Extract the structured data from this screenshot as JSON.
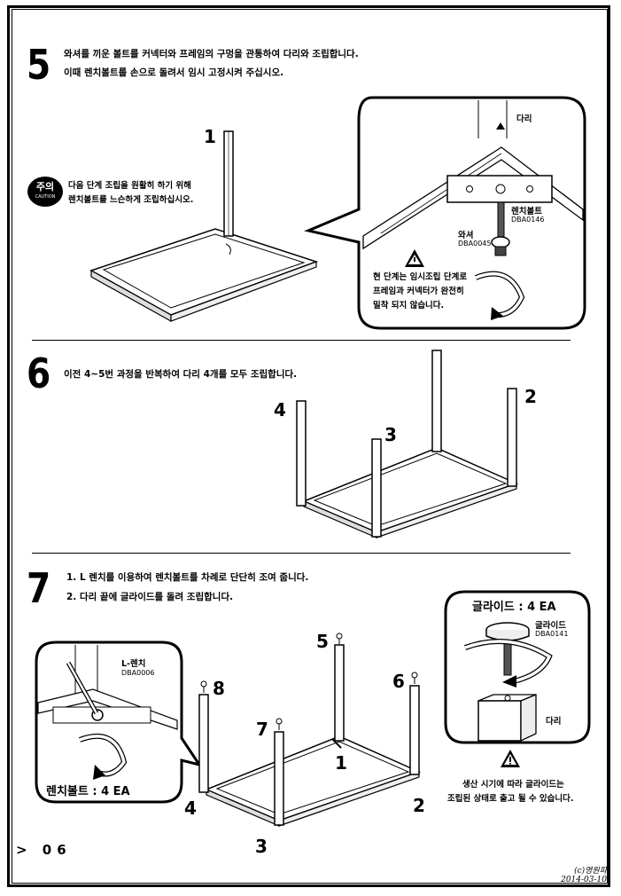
{
  "step5": {
    "number": "5",
    "line1": "와셔를 끼운 볼트를 커넥터와 프레임의 구멍을 관통하여 다리와 조립합니다.",
    "line2": "이때 렌치볼트를 손으로 돌려서 임시 고정시켜 주십시오.",
    "leg_number": "1",
    "caution_badge_main": "주의",
    "caution_badge_sub": "CAUTION",
    "caution_line1": "다음 단계 조립을 원활히 하기 위해",
    "caution_line2": "렌치볼트를 느슨하게 조립하십시오.",
    "detail": {
      "leg_label": "다리",
      "bolt_label": "렌치볼트",
      "bolt_code": "DBA0146",
      "washer_label": "와셔",
      "washer_code": "DBA0045",
      "note_line1": "현 단계는 임시조립 단계로",
      "note_line2": "프레임과 커넥터가 완전히",
      "note_line3": "밀착 되지 않습니다."
    }
  },
  "step6": {
    "number": "6",
    "line1": "이전 4~5번 과정을 반복하여 다리 4개를 모두 조립합니다.",
    "legs": [
      "4",
      "3",
      "2"
    ]
  },
  "step7": {
    "number": "7",
    "line1": "1. L 렌치를 이용하여 렌치볼트를 차례로 단단히 조여 줍니다.",
    "line2": "2. 다리 끝에 글라이드를 돌려 조립합니다.",
    "wrench_label": "L-렌치",
    "wrench_code": "DBA0006",
    "bolt_count": "렌치볼트 : 4 EA",
    "glide_count": "글라이드 : 4 EA",
    "glide_label": "글라이드",
    "glide_code": "DBA0141",
    "leg_label": "다리",
    "glide_note1": "생산 시기에 따라 글라이드는",
    "glide_note2": "조립된 상태로 출고 될 수 있습니다.",
    "numbers": [
      "5",
      "6",
      "8",
      "7",
      "1",
      "4",
      "2",
      "3"
    ]
  },
  "footer": {
    "page": "> 06",
    "copyright": "(c)영원파",
    "date": "2014-03-10"
  }
}
